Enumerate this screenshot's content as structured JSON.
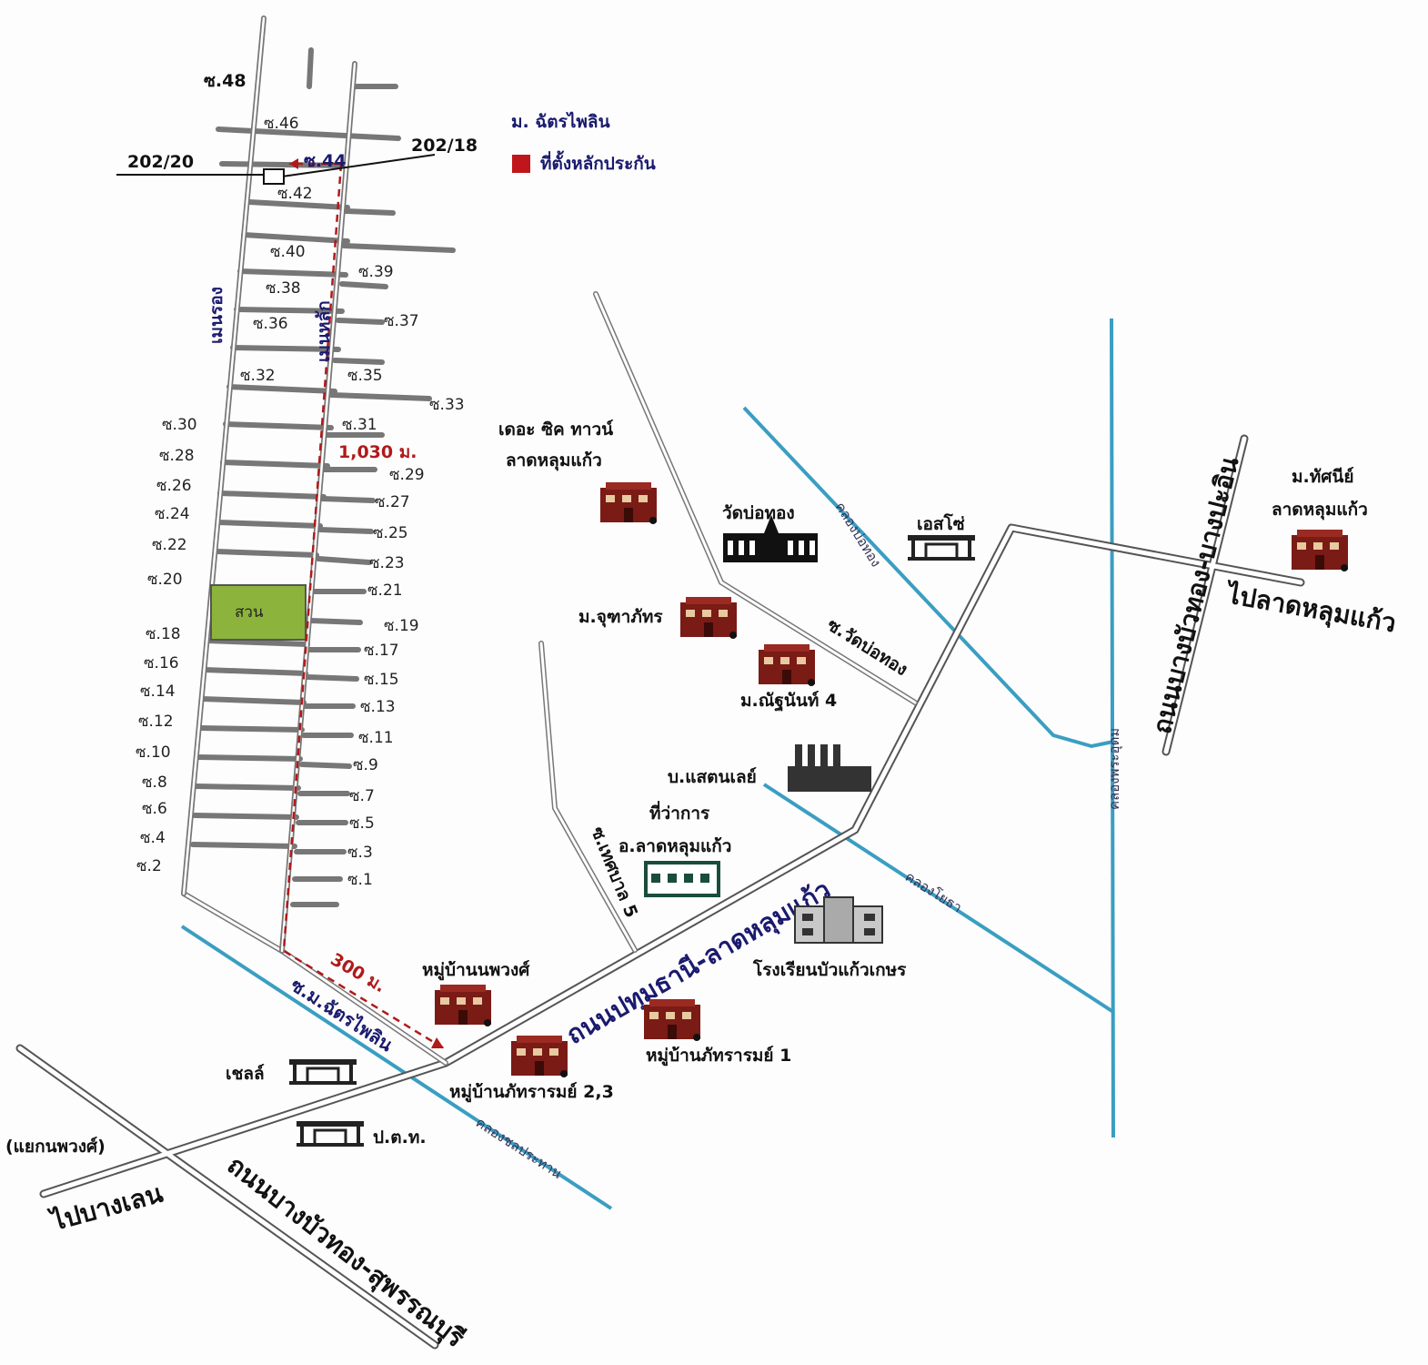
{
  "legend": {
    "village_title": "ม. ฉัตรไพลิน",
    "collateral_label": "ที่ตั้งหลักประกัน",
    "collateral_color": "#c0161b"
  },
  "parcels": {
    "left": "202/20",
    "right": "202/18"
  },
  "sois_left": [
    "ซ.48",
    "ซ.46",
    "ซ.44",
    "ซ.42",
    "ซ.40",
    "ซ.38",
    "ซ.36",
    "ซ.32",
    "ซ.30",
    "ซ.28",
    "ซ.26",
    "ซ.24",
    "ซ.22",
    "ซ.20",
    "ซ.18",
    "ซ.16",
    "ซ.14",
    "ซ.12",
    "ซ.10",
    "ซ.8",
    "ซ.6",
    "ซ.4",
    "ซ.2"
  ],
  "sois_right": [
    "ซ.39",
    "ซ.37",
    "ซ.35",
    "ซ.33",
    "ซ.31",
    "ซ.29",
    "ซ.27",
    "ซ.25",
    "ซ.23",
    "ซ.21",
    "ซ.19",
    "ซ.17",
    "ซ.15",
    "ซ.13",
    "ซ.11",
    "ซ.9",
    "ซ.7",
    "ซ.5",
    "ซ.3",
    "ซ.1"
  ],
  "streets": {
    "main_west": "เมนรอง",
    "main_east": "เมนหลัก",
    "garden": "สวน",
    "garden_color": "#8cb43c",
    "soi_village": "ซ.ม.ฉัตรไพลิน",
    "soi_watbor": "ซ.วัดบ่อทอง",
    "soi_tesaban": "ซ.เทศบาล 5"
  },
  "distances": {
    "north": "1,030 ม.",
    "east": "300 ม."
  },
  "roads": {
    "pathum_latlumkaew": "ถนนปทุมธานี-ลาดหลุมแก้ว",
    "bangbuathong_bangpain": "ถนนบางบัวทอง-บางปะอิน",
    "bangbuathong_suphan": "ถนนบางบัวทอง-สุพรรณบุรี",
    "to_bangleng": "ไปบางเลน",
    "to_latlumkaew": "ไปลาดหลุมแก้ว",
    "junction": "(แยกนพวงศ์)"
  },
  "canals": {
    "canal_borthong": "คลองบ่อทอง",
    "canal_phraudom": "คลองพระอุดม",
    "canal_khoya": "คลองโยธา",
    "canal_sonprathan": "คลองชลประทาน",
    "canal_color": "#3a9ec2"
  },
  "landmarks": {
    "the_city_l1": "เดอะ ซิค ทาวน์",
    "the_city_l2": "ลาดหลุมแก้ว",
    "wat_borthong": "วัดบ่อทอง",
    "esso": "เอสโซ่",
    "thatsanee_l1": "ม.ทัศนีย์",
    "thatsanee_l2": "ลาดหลุมแก้ว",
    "jutapat": "ม.จุฑาภัทร",
    "nuttanan": "ม.ณัฐนันท์ 4",
    "stanley": "บ.แสตนเลย์",
    "district_l1": "ที่ว่าการ",
    "district_l2": "อ.ลาดหลุมแก้ว",
    "school": "โรงเรียนบัวแก้วเกษร",
    "noppawong": "หมู่บ้านนพวงศ์",
    "pattaram1": "หมู่บ้านภัทรารมย์ 1",
    "pattaram23": "หมู่บ้านภัทรารมย์ 2,3",
    "shell": "เชลล์",
    "ptt": "ป.ต.ท."
  }
}
